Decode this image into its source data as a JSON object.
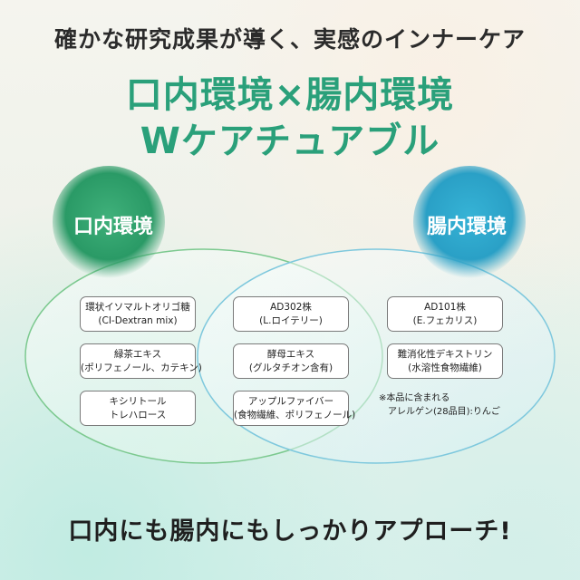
{
  "header": {
    "tagline": "確かな研究成果が導く、実感のインナーケア",
    "title_line1": "口内環境×腸内環境",
    "title_line2": "Wケアチュアブル"
  },
  "circles": {
    "oral_label": "口内環境",
    "gut_label": "腸内環境",
    "oral_color": "#2e9e6a",
    "gut_color": "#2aa7c9"
  },
  "ingredients": {
    "oral": [
      {
        "line1": "環状イソマルトオリゴ糖",
        "line2": "(CI-Dextran mix)"
      },
      {
        "line1": "緑茶エキス",
        "line2": "(ポリフェノール、カテキン)"
      },
      {
        "line1": "キシリトール",
        "line2": "トレハロース"
      }
    ],
    "both": [
      {
        "line1": "AD302株",
        "line2": "(L.ロイテリー)"
      },
      {
        "line1": "酵母エキス",
        "line2": "(グルタチオン含有)"
      },
      {
        "line1": "アップルファイバー",
        "line2": "(食物繊維、ポリフェノール)"
      }
    ],
    "gut": [
      {
        "line1": "AD101株",
        "line2": "(E.フェカリス)"
      },
      {
        "line1": "難消化性デキストリン",
        "line2": "(水溶性食物繊維)"
      }
    ]
  },
  "note": {
    "line1": "※本品に含まれる",
    "line2": "アレルゲン(28品目):りんご"
  },
  "footer": {
    "slogan": "口内にも腸内にもしっかりアプローチ!"
  }
}
